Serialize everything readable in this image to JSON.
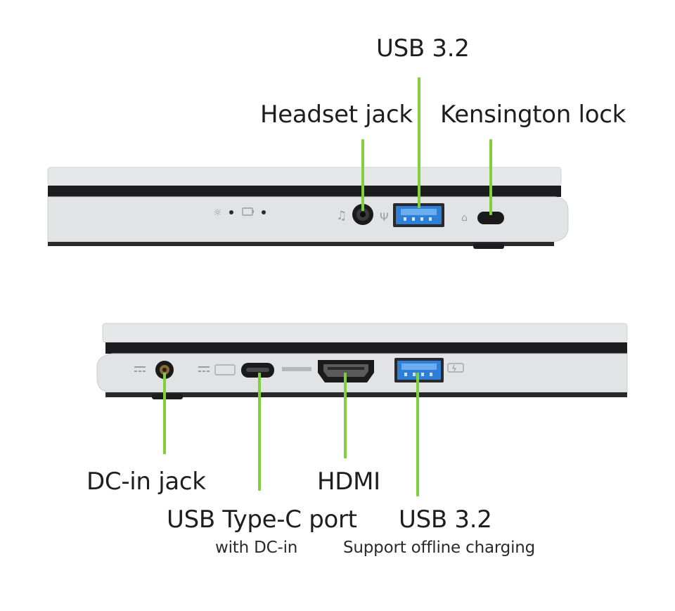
{
  "top_side": {
    "ports": [
      {
        "name": "headset",
        "label": "Headset jack"
      },
      {
        "name": "usb",
        "label": "USB 3.2"
      },
      {
        "name": "kensington",
        "label": "Kensington lock"
      }
    ]
  },
  "bottom_side": {
    "ports": [
      {
        "name": "dc-in",
        "label": "DC-in jack"
      },
      {
        "name": "usb-c",
        "label": "USB Type-C port",
        "sublabel": "with DC-in"
      },
      {
        "name": "hdmi",
        "label": "HDMI"
      },
      {
        "name": "usb",
        "label": "USB 3.2",
        "sublabel": "Support offline charging"
      }
    ]
  },
  "colors": {
    "leader_line": "#7fd13b",
    "chassis": "#e4e5e7",
    "usb_blue": "#2f7fd8"
  }
}
